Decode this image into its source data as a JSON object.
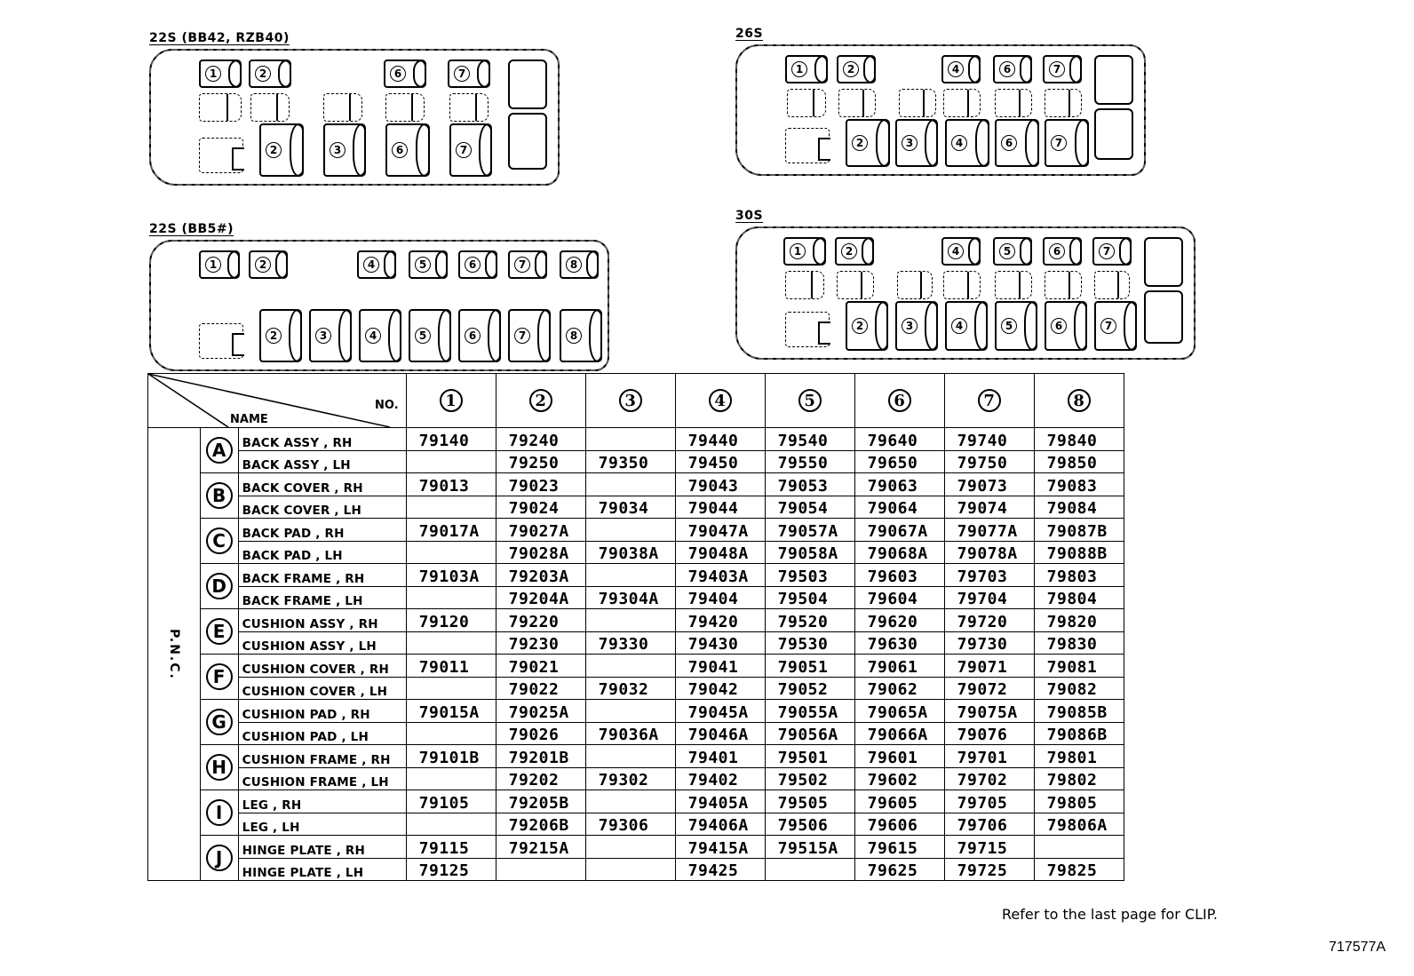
{
  "layouts": [
    {
      "id": "22s-bb42",
      "title": "22S (BB42, RZB40)",
      "front_row": [
        "1",
        "2",
        "",
        "6",
        "7"
      ],
      "rear_row": [
        "2",
        "3",
        "6",
        "7"
      ]
    },
    {
      "id": "26s",
      "title": "26S",
      "front_row": [
        "1",
        "2",
        "4",
        "6",
        "7"
      ],
      "rear_row": [
        "2",
        "3",
        "4",
        "6",
        "7"
      ]
    },
    {
      "id": "22s-bb5",
      "title": "22S (BB5#)",
      "front_row": [
        "1",
        "2",
        "4",
        "5",
        "6",
        "7",
        "8"
      ],
      "rear_row": [
        "2",
        "3",
        "4",
        "5",
        "6",
        "7",
        "8"
      ]
    },
    {
      "id": "30s",
      "title": "30S",
      "front_row": [
        "1",
        "2",
        "4",
        "5",
        "6",
        "7"
      ],
      "rear_row": [
        "2",
        "3",
        "4",
        "5",
        "6",
        "7"
      ]
    }
  ],
  "table": {
    "header_no": "NO.",
    "header_name": "NAME",
    "pnc_label": "P.N.C.",
    "columns": [
      "1",
      "2",
      "3",
      "4",
      "5",
      "6",
      "7",
      "8"
    ],
    "groups": [
      {
        "letter": "A",
        "rows": [
          {
            "name": "BACK ASSY , RH",
            "values": [
              "79140",
              "79240",
              "",
              "79440",
              "79540",
              "79640",
              "79740",
              "79840"
            ]
          },
          {
            "name": "BACK ASSY , LH",
            "values": [
              "",
              "79250",
              "79350",
              "79450",
              "79550",
              "79650",
              "79750",
              "79850"
            ]
          }
        ]
      },
      {
        "letter": "B",
        "rows": [
          {
            "name": "BACK COVER , RH",
            "values": [
              "79013",
              "79023",
              "",
              "79043",
              "79053",
              "79063",
              "79073",
              "79083"
            ]
          },
          {
            "name": "BACK COVER , LH",
            "values": [
              "",
              "79024",
              "79034",
              "79044",
              "79054",
              "79064",
              "79074",
              "79084"
            ]
          }
        ]
      },
      {
        "letter": "C",
        "rows": [
          {
            "name": "BACK PAD , RH",
            "values": [
              "79017A",
              "79027A",
              "",
              "79047A",
              "79057A",
              "79067A",
              "79077A",
              "79087B"
            ]
          },
          {
            "name": "BACK PAD , LH",
            "values": [
              "",
              "79028A",
              "79038A",
              "79048A",
              "79058A",
              "79068A",
              "79078A",
              "79088B"
            ]
          }
        ]
      },
      {
        "letter": "D",
        "rows": [
          {
            "name": "BACK FRAME , RH",
            "values": [
              "79103A",
              "79203A",
              "",
              "79403A",
              "79503",
              "79603",
              "79703",
              "79803"
            ]
          },
          {
            "name": "BACK FRAME , LH",
            "values": [
              "",
              "79204A",
              "79304A",
              "79404",
              "79504",
              "79604",
              "79704",
              "79804"
            ]
          }
        ]
      },
      {
        "letter": "E",
        "rows": [
          {
            "name": "CUSHION ASSY , RH",
            "values": [
              "79120",
              "79220",
              "",
              "79420",
              "79520",
              "79620",
              "79720",
              "79820"
            ]
          },
          {
            "name": "CUSHION ASSY , LH",
            "values": [
              "",
              "79230",
              "79330",
              "79430",
              "79530",
              "79630",
              "79730",
              "79830"
            ]
          }
        ]
      },
      {
        "letter": "F",
        "rows": [
          {
            "name": "CUSHION COVER , RH",
            "values": [
              "79011",
              "79021",
              "",
              "79041",
              "79051",
              "79061",
              "79071",
              "79081"
            ]
          },
          {
            "name": "CUSHION COVER , LH",
            "values": [
              "",
              "79022",
              "79032",
              "79042",
              "79052",
              "79062",
              "79072",
              "79082"
            ]
          }
        ]
      },
      {
        "letter": "G",
        "rows": [
          {
            "name": "CUSHION PAD , RH",
            "values": [
              "79015A",
              "79025A",
              "",
              "79045A",
              "79055A",
              "79065A",
              "79075A",
              "79085B"
            ]
          },
          {
            "name": "CUSHION PAD , LH",
            "values": [
              "",
              "79026",
              "79036A",
              "79046A",
              "79056A",
              "79066A",
              "79076",
              "79086B"
            ]
          }
        ]
      },
      {
        "letter": "H",
        "rows": [
          {
            "name": "CUSHION FRAME , RH",
            "values": [
              "79101B",
              "79201B",
              "",
              "79401",
              "79501",
              "79601",
              "79701",
              "79801"
            ]
          },
          {
            "name": "CUSHION FRAME , LH",
            "values": [
              "",
              "79202",
              "79302",
              "79402",
              "79502",
              "79602",
              "79702",
              "79802"
            ]
          }
        ]
      },
      {
        "letter": "I",
        "rows": [
          {
            "name": "LEG , RH",
            "values": [
              "79105",
              "79205B",
              "",
              "79405A",
              "79505",
              "79605",
              "79705",
              "79805"
            ]
          },
          {
            "name": "LEG , LH",
            "values": [
              "",
              "79206B",
              "79306",
              "79406A",
              "79506",
              "79606",
              "79706",
              "79806A"
            ]
          }
        ]
      },
      {
        "letter": "J",
        "rows": [
          {
            "name": "HINGE PLATE , RH",
            "values": [
              "79115",
              "79215A",
              "",
              "79415A",
              "79515A",
              "79615",
              "79715",
              ""
            ]
          },
          {
            "name": "HINGE PLATE , LH",
            "values": [
              "79125",
              "",
              "",
              "79425",
              "",
              "79625",
              "79725",
              "79825"
            ]
          }
        ]
      }
    ]
  },
  "footer": {
    "note": "Refer to the last page for CLIP.",
    "figure_number": "717577A"
  }
}
